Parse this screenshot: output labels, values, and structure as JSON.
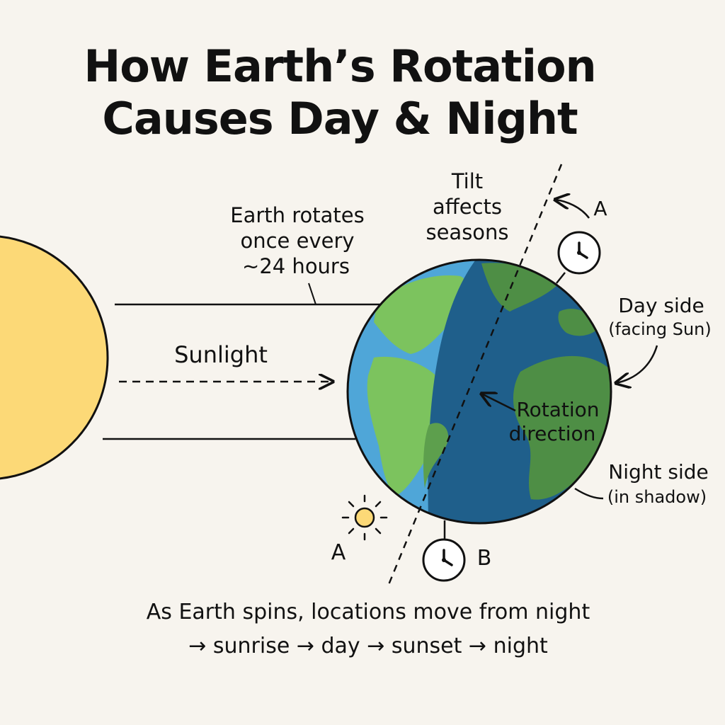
{
  "title": {
    "line1": "How Earth’s Rotation",
    "line2": "Causes Day & Night"
  },
  "labels": {
    "rotates_line1": "Earth rotates",
    "rotates_line2": "once every",
    "rotates_line3": "~24 hours",
    "sunlight": "Sunlight",
    "tilt_line1": "Tilt",
    "tilt_line2": "affects",
    "tilt_line3": "seasons",
    "axis_marker_top": "A",
    "day_side_line1": "Day side",
    "day_side_line2": "(facing Sun)",
    "rotation_line1": "Rotation",
    "rotation_line2": "direction",
    "night_side_line1": "Night side",
    "night_side_line2": "(in shadow)",
    "marker_bottom_left": "A",
    "marker_bottom_right": "B"
  },
  "caption": {
    "line1": "As Earth spins, locations move from night",
    "line2": "→ sunrise → day → sunset → night"
  },
  "colors": {
    "background": "#f7f4ee",
    "sun": "#fcd977",
    "ocean_day": "#4fa6d8",
    "land_day": "#7cc35e",
    "ocean_night": "#1f5f8b",
    "land_night": "#4e8e45",
    "outline": "#111111"
  },
  "icons": [
    "sun-icon",
    "clock-icon",
    "small-sun-icon"
  ]
}
